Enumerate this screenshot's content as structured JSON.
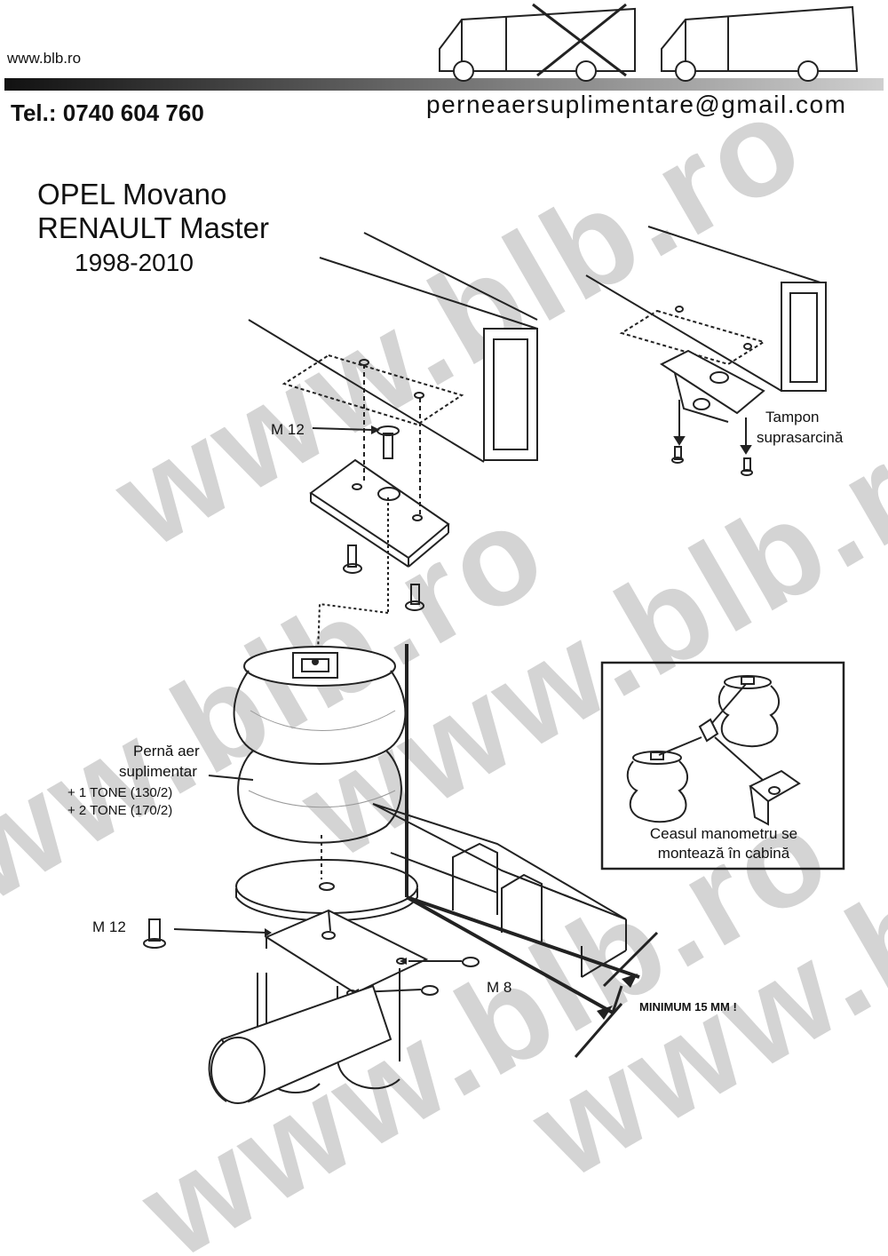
{
  "header": {
    "website": "www.blb.ro",
    "phone": "Tel.: 0740 604 760",
    "email": "perneaersuplimentare@gmail.com"
  },
  "title": {
    "line1": "OPEL Movano",
    "line2": "RENAULT Master",
    "years": "1998-2010"
  },
  "labels": {
    "bolt_top": "M 12",
    "bump_stop_line1": "Tampon",
    "bump_stop_line2": "suprasarcină",
    "air_spring_line1": "Pernă aer",
    "air_spring_line2": "suplimentar",
    "tone1": "+ 1 TONE (130/2)",
    "tone2": "+ 2 TONE (170/2)",
    "bolt_bottom": "M 12",
    "nut": "M 8",
    "minimum": "MINIMUM 15 MM !"
  },
  "inset": {
    "caption_line1": "Ceasul manometru se",
    "caption_line2": "montează în cabină"
  },
  "watermark": "www.blb.ro"
}
